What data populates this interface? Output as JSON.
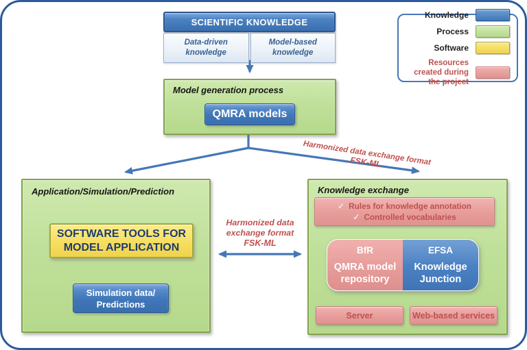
{
  "colors": {
    "knowledge_blue": "#4A80C2",
    "process_green": "#BFE09A",
    "software_yellow": "#F6DE60",
    "resource_pink": "#E79E9C",
    "arrow_blue": "#4577B6",
    "accent_red": "#C0504D",
    "navy_text": "#1F3C6E",
    "outer_border_blue": "#2C5A9B"
  },
  "scientific_knowledge": {
    "title": "SCIENTIFIC KNOWLEDGE",
    "data_driven": "Data-driven knowledge",
    "model_based": "Model-based knowledge"
  },
  "legend": {
    "items": [
      {
        "label": "Knowledge",
        "color": "#4A80C2"
      },
      {
        "label": "Process",
        "color": "#BFE09A"
      },
      {
        "label": "Software",
        "color": "#F6DE60"
      },
      {
        "label": "Resources created during the project",
        "color": "#E79E9C"
      }
    ]
  },
  "model_generation": {
    "label": "Model generation process",
    "qmra_button": "QMRA models"
  },
  "fork_annotation": {
    "line1": "Harmonized data exchange format",
    "line2": "FSK-ML"
  },
  "application": {
    "label": "Application/Simulation/Prediction",
    "software_tools_line1": "SOFTWARE TOOLS FOR",
    "software_tools_line2": "MODEL APPLICATION",
    "simulation_line1": "Simulation data/",
    "simulation_line2": "Predictions"
  },
  "exchange_annotation": {
    "line1": "Harmonized data",
    "line2": "exchange format",
    "line3": "FSK-ML"
  },
  "knowledge_exchange": {
    "label": "Knowledge exchange",
    "check_glyph": "✓",
    "rule1": "Rules for knowledge annotation",
    "rule2": "Controlled vocabularies",
    "bfr_org": "BfR",
    "bfr_name": "QMRA model repository",
    "efsa_org": "EFSA",
    "efsa_name": "Knowledge Junction",
    "server": "Server",
    "web_services": "Web-based services"
  }
}
